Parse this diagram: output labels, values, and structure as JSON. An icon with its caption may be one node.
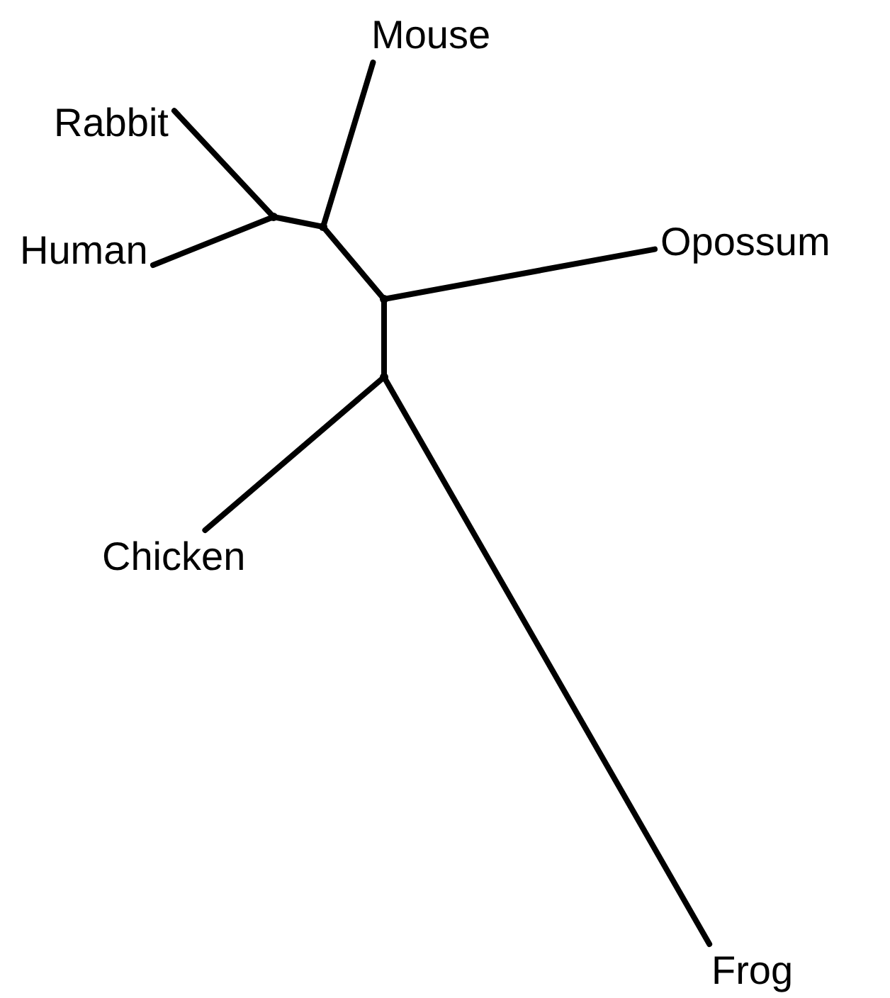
{
  "diagram": {
    "nodes": [
      {
        "text": [
          "Mouse"
        ]
      },
      {
        "text": [
          "Rabbit"
        ]
      },
      {
        "text": [
          "Human"
        ]
      },
      {
        "text": [
          "Opossum"
        ]
      },
      {
        "text": [
          "Chicken"
        ]
      },
      {
        "text": [
          "Frog"
        ]
      },
      {
        "text": [],
        "shape": "dot"
      },
      {
        "text": [],
        "shape": "dot"
      },
      {
        "text": [],
        "shape": "dot"
      },
      {
        "text": [],
        "shape": "dot"
      }
    ],
    "edges": [
      {
        "from": 1,
        "to": 6,
        "arrow": "none"
      },
      {
        "from": 2,
        "to": 6,
        "arrow": "none"
      },
      {
        "from": 6,
        "to": 7,
        "arrow": "none"
      },
      {
        "from": 0,
        "to": 7,
        "arrow": "none"
      },
      {
        "from": 7,
        "to": 8,
        "arrow": "none"
      },
      {
        "from": 3,
        "to": 8,
        "arrow": "none"
      },
      {
        "from": 8,
        "to": 9,
        "arrow": "none"
      },
      {
        "from": 4,
        "to": 9,
        "arrow": "none"
      },
      {
        "from": 5,
        "to": 9,
        "arrow": "none"
      }
    ]
  }
}
